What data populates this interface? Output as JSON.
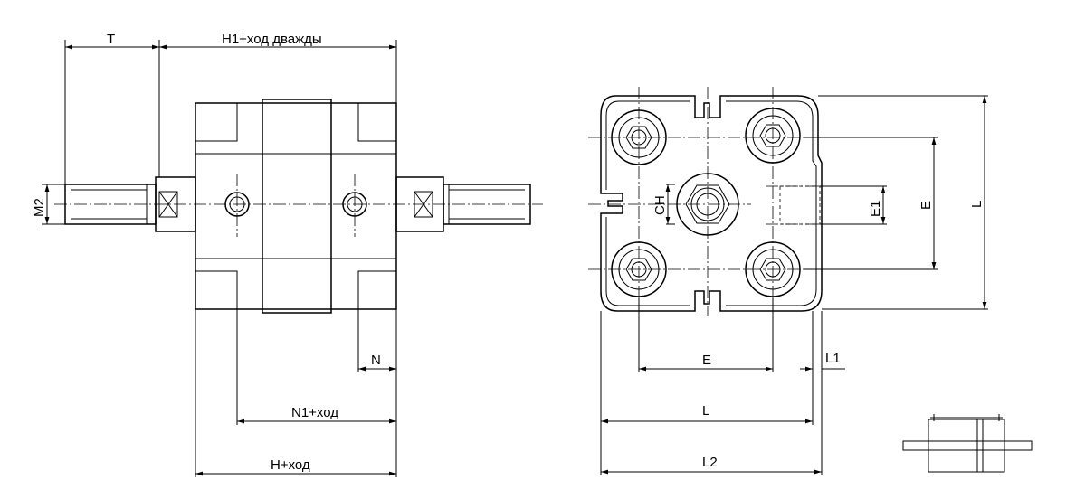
{
  "front_view": {
    "label_t": "T",
    "label_h1": "H1+ход дважды",
    "label_m2": "M2",
    "label_n": "N",
    "label_n1": "N1+ход",
    "label_h": "H+ход"
  },
  "end_view": {
    "label_ch": "CH",
    "label_e1": "E1",
    "label_e_vertical": "E",
    "label_l_vertical": "L",
    "label_e_horizontal": "E",
    "label_l1": "L1",
    "label_l_horizontal": "L",
    "label_l2": "L2"
  }
}
